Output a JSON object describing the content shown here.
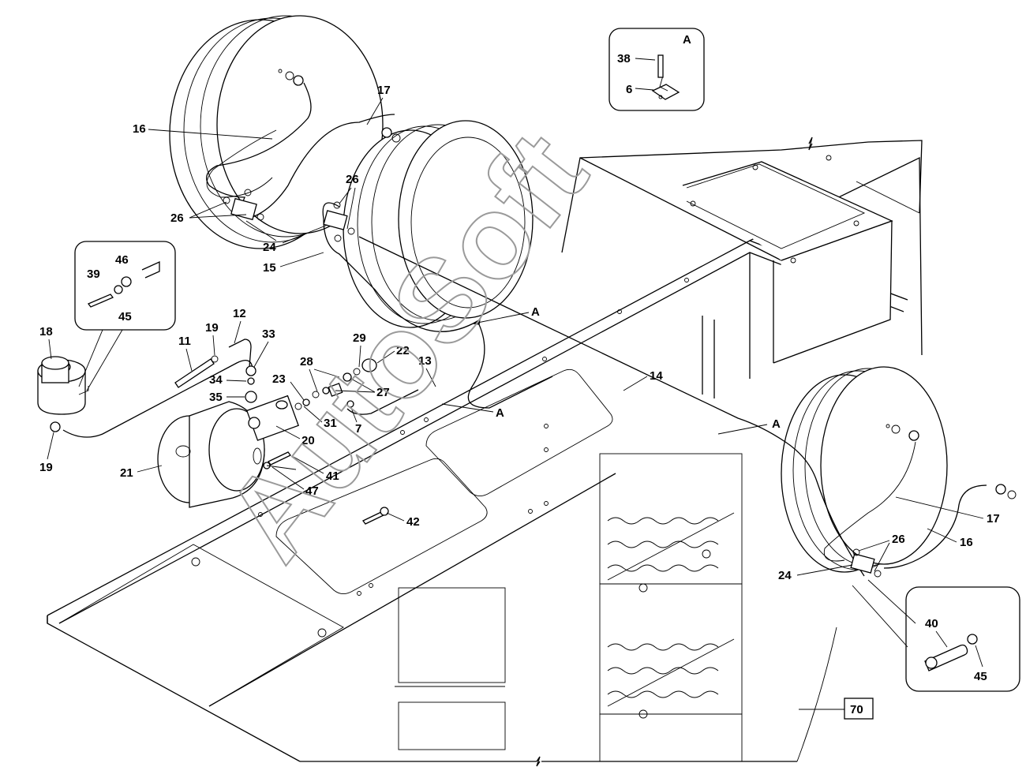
{
  "watermark": "AutoSoft",
  "detail_top": {
    "letter": "A",
    "parts": [
      "38",
      "6"
    ]
  },
  "detail_right": {
    "parts": [
      "40",
      "45"
    ]
  },
  "detail_left": {
    "parts": [
      "39",
      "46",
      "45"
    ]
  },
  "reference_box": "70",
  "section_marks": [
    "A",
    "A",
    "A"
  ],
  "callouts": {
    "c16a": "16",
    "c17a": "17",
    "c26a": "26",
    "c26b": "26",
    "c24a": "24",
    "c15": "15",
    "c18": "18",
    "c11": "11",
    "c19a": "19",
    "c12": "12",
    "c33": "33",
    "c34": "34",
    "c35": "35",
    "c19b": "19",
    "c21": "21",
    "c20": "20",
    "c31": "31",
    "c23": "23",
    "c28": "28",
    "c29": "29",
    "c22": "22",
    "c27": "27",
    "c7": "7",
    "c13": "13",
    "c14": "14",
    "c41": "41",
    "c47": "47",
    "c42": "42",
    "c17b": "17",
    "c16b": "16",
    "c26c": "26",
    "c24b": "24"
  }
}
